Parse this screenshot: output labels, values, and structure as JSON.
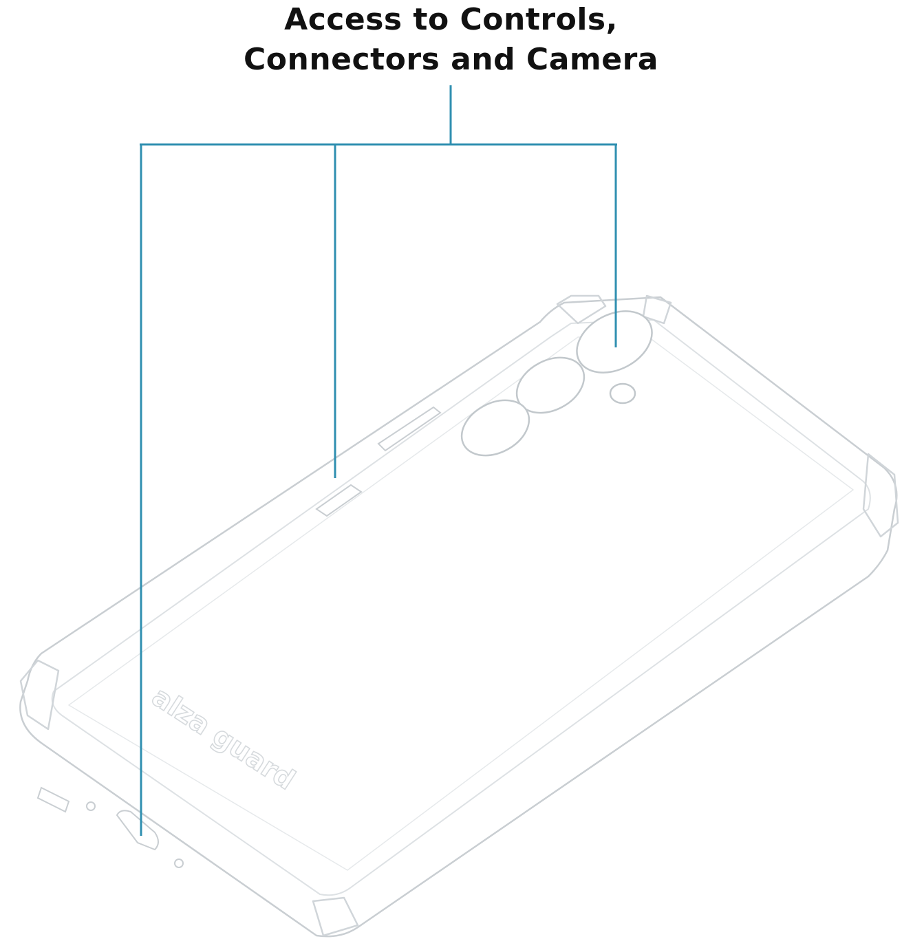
{
  "headline": {
    "line1": "Access to Controls,",
    "line2": "Connectors and Camera"
  },
  "brand": {
    "logo_text": "alza guard"
  },
  "colors": {
    "callout_line": "#2f8fb0",
    "case_outline": "#c9ced2",
    "case_edge": "#e3e6e9",
    "text": "#111111"
  }
}
